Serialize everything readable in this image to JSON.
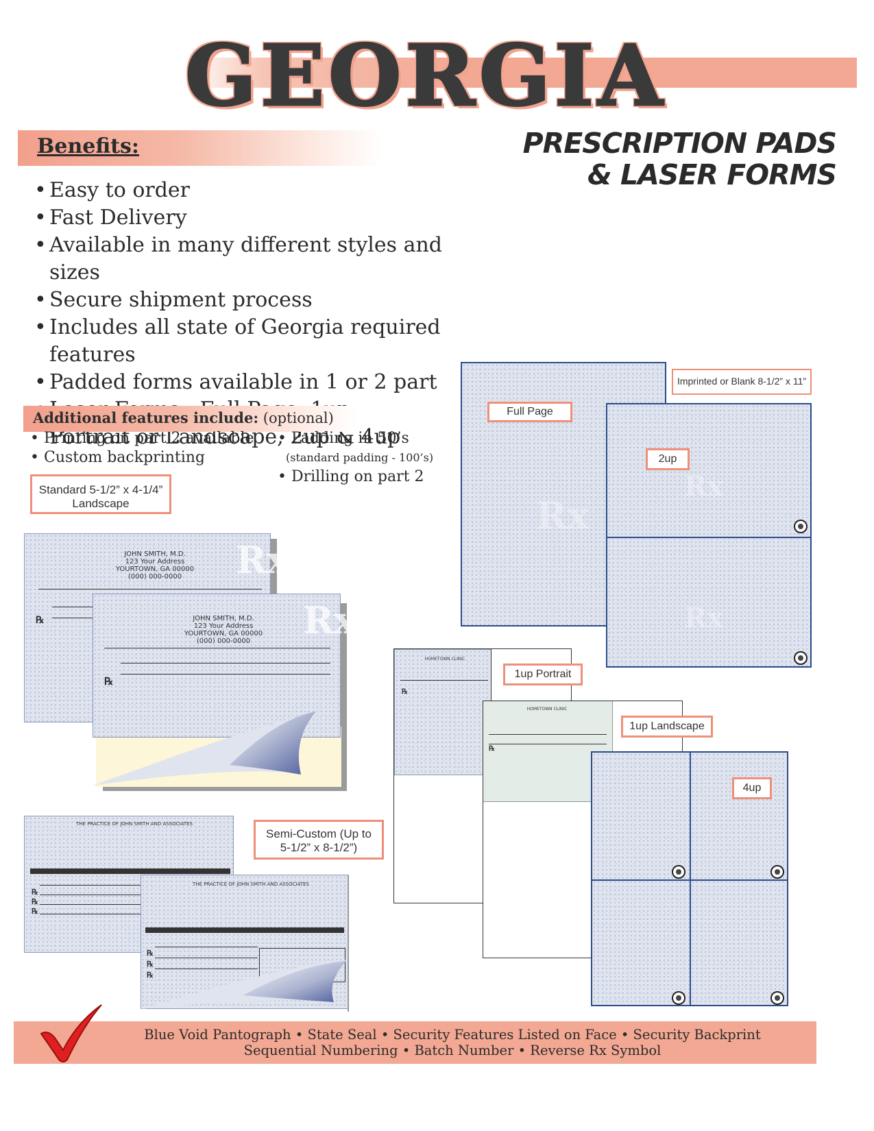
{
  "header": {
    "title": "GEORGIA",
    "subtitle_line1": "PRESCRIPTION PADS",
    "subtitle_line2": "& LASER FORMS"
  },
  "benefits": {
    "label": "Benefits:",
    "items": [
      "Easy to order",
      "Fast Delivery",
      "Available in many different styles and sizes",
      "Secure shipment process",
      "Includes all state of Georgia required features",
      "Padded forms available in 1 or 2  part",
      "Laser Forms - Full Page, 1up Portrait or Landscape, 2up & 4up"
    ]
  },
  "additional": {
    "label_bold": "Additional features include:",
    "label_optional": "(optional)",
    "col1": [
      "Printing on part 2 available",
      "Custom backprinting"
    ],
    "col2_item1": "Padding in 50’s",
    "col2_note": "(standard padding - 100’s)",
    "col2_item2": "Drilling on part 2"
  },
  "callouts": {
    "standard_line1": "Standard  5-1/2” x 4-1/4”",
    "standard_line2": "Landscape",
    "semi_line1": "Semi-Custom (Up to",
    "semi_line2": "5-1/2” x 8-1/2”)",
    "imprinted": "Imprinted or Blank 8-1/2” x 11”",
    "full_page": "Full Page",
    "two_up": "2up",
    "one_up_portrait": "1up Portrait",
    "one_up_landscape": "1up Landscape",
    "four_up": "4up"
  },
  "sample_forms": {
    "doctor_name": "JOHN SMITH, M.D.",
    "address1": "123 Your Address",
    "address2": "YOURTOWN, GA 00000",
    "phone": "(000) 000-0000",
    "practice_title": "THE PRACTICE OF JOHN SMITH AND ASSOCIATES",
    "clinic": "HOMETOWN CLINIC",
    "rx_symbol": "Rx",
    "rx_glyph": "℞"
  },
  "footer": {
    "line1": "Blue Void Pantograph • State Seal • Security Features Listed on Face • Security Backprint",
    "line2": "Sequential Numbering • Batch Number • Reverse Rx Symbol",
    "icon": "checkmark-icon",
    "icon_color": "#e02020"
  },
  "colors": {
    "accent": "#f3a893",
    "text": "#2b2b2b",
    "form_border": "#2a4b8c"
  }
}
